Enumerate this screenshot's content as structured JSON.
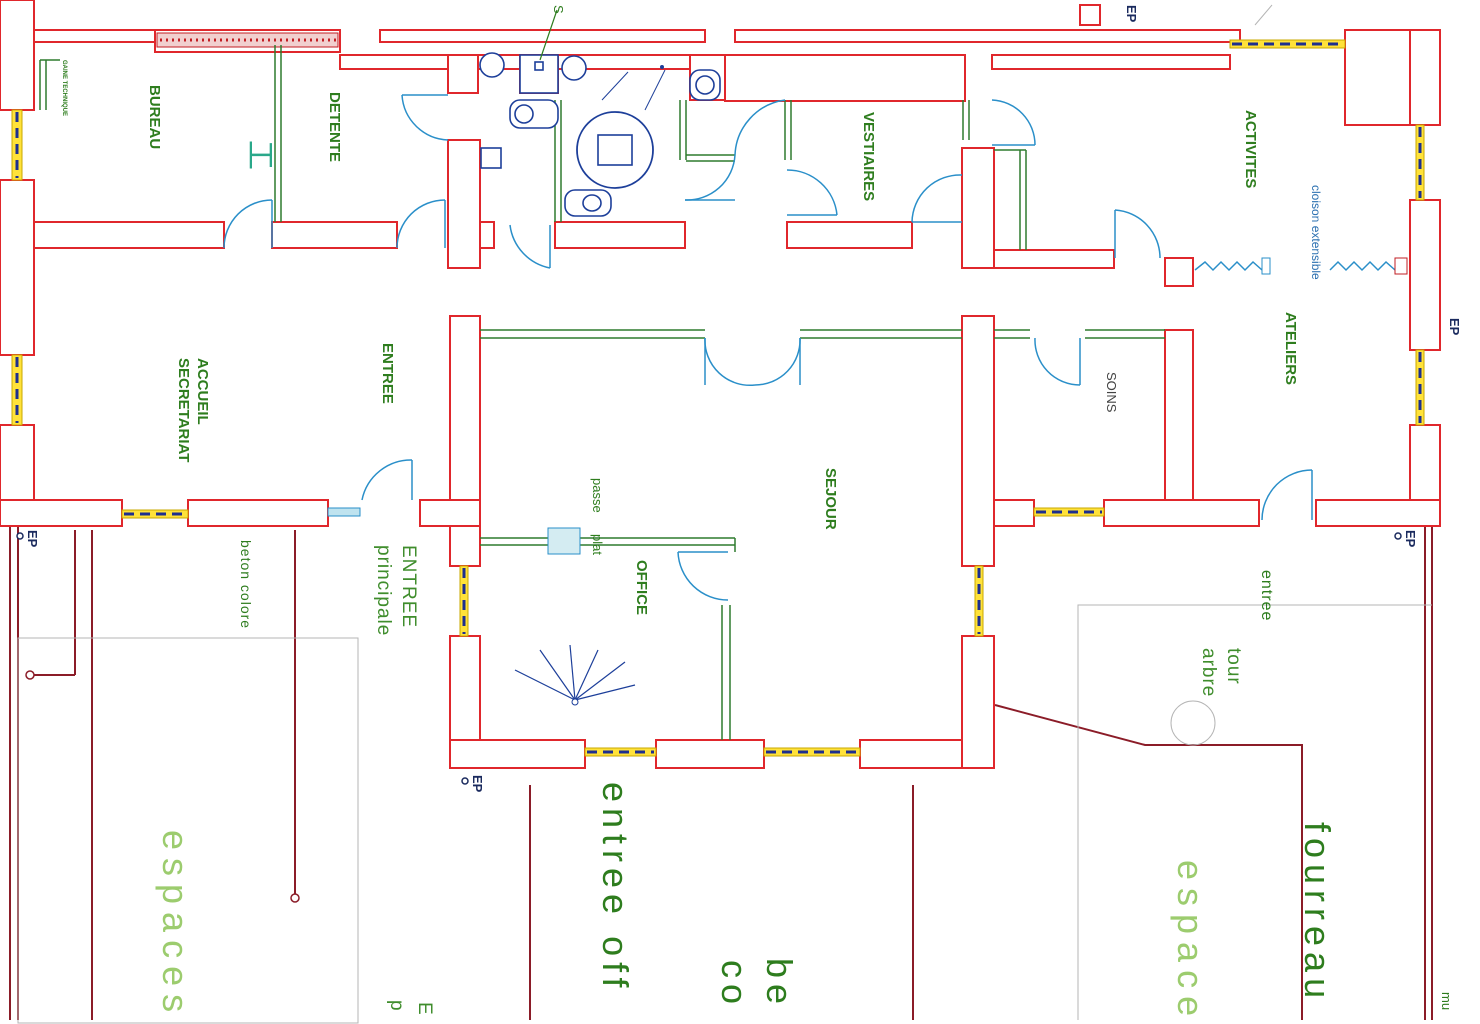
{
  "rooms": {
    "bureau": "BUREAU",
    "gaine": "GAINE TECHNIQUE",
    "detente": "DETENTE",
    "vestiaires": "VESTIAIRES",
    "activites": "ACTIVITES",
    "cloison": "cloison extensible",
    "ateliers": "ATELIERS",
    "soins": "SOINS",
    "accueil_line1": "ACCUEIL",
    "accueil_line2": "SECRETARIAT",
    "entree": "ENTREE",
    "sejour": "SEJOUR",
    "office": "OFFICE",
    "passe_line1": "passe",
    "passe_line2": "plat"
  },
  "outside": {
    "beton": "beton colore",
    "entree_principale_1": "ENTREE",
    "entree_principale_2": "principale",
    "entree_small": "entree",
    "tour_arbre_1": "tour",
    "tour_arbre_2": "arbre",
    "espaces_left": "espaces",
    "entree_off": "entree off",
    "be_fragment": "be",
    "co_fragment": "co",
    "e_fragment": "E",
    "p_fragment": "p",
    "fourreau": "fourreau",
    "espace_right": "espace",
    "mu_fragment": "mu"
  },
  "markers": {
    "ep": "EP",
    "top_s": "S"
  },
  "handwritten_mark": "工"
}
